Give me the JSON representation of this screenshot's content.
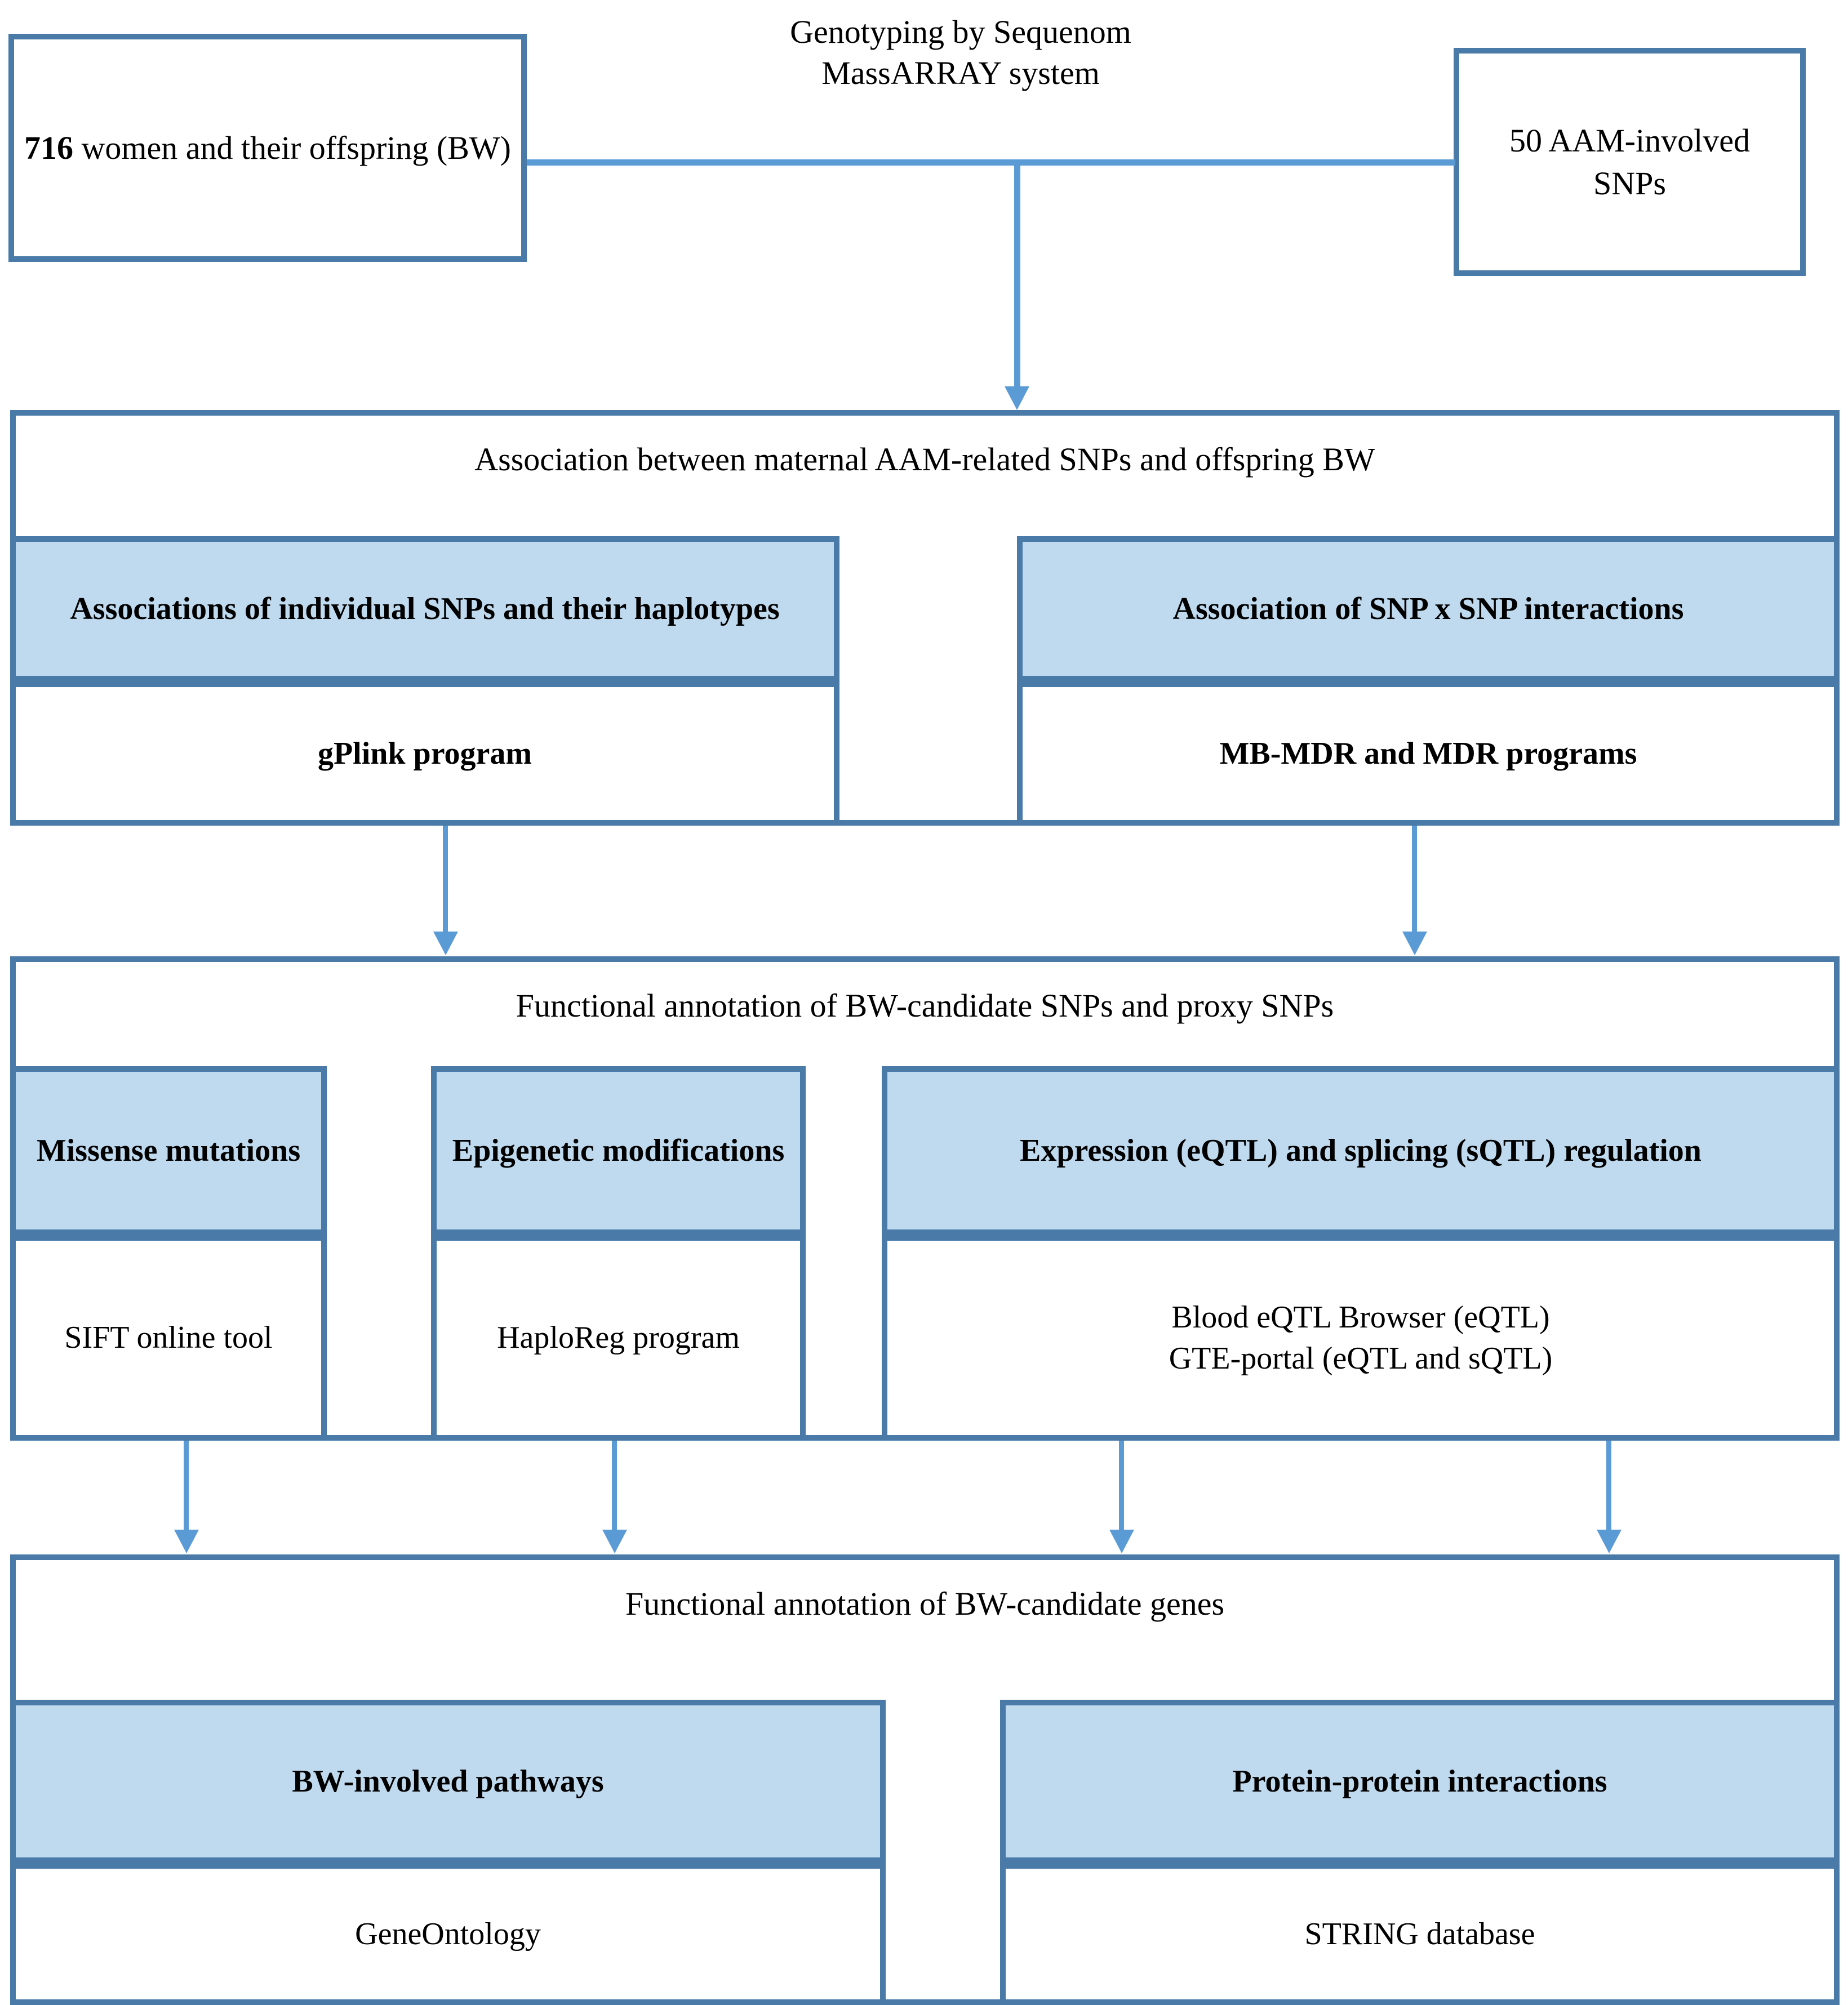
{
  "figure": {
    "type": "flowchart",
    "title": "Study workflow: maternal AAM-related SNPs and offspring birth weight"
  },
  "colors": {
    "border": "#4a7ba8",
    "fill_light_blue": "#bfd9ee",
    "connector": "#5b9bd5",
    "background": "#ffffff",
    "text": "#000000"
  },
  "top": {
    "sample_box": {
      "lead": "716",
      "rest": " women and their offspring (BW)"
    },
    "genotyping_label": "Genotyping by Sequenom\nMassARRAY system",
    "snps_box": "50 AAM-involved SNPs"
  },
  "stage1": {
    "header": "Association between maternal AAM-related SNPs and offspring BW",
    "branches": [
      {
        "title": "Associations of individual  SNPs and their haplotypes",
        "program": "gPlink  program"
      },
      {
        "title": "Association  of SNP x SNP interactions",
        "program": "MB-MDR  and MDR  programs"
      }
    ]
  },
  "stage2": {
    "header": "Functional annotation of BW-candidate SNPs and proxy SNPs",
    "branches": [
      {
        "title": "Missense mutations",
        "program": "SIFT online tool"
      },
      {
        "title": "Epigenetic modifications",
        "program": "HaploReg program"
      },
      {
        "title": "Expression  (eQTL) and splicing  (sQTL) regulation",
        "program": "Blood eQTL  Browser (eQTL)\nGTE-portal (eQTL  and sQTL)"
      }
    ]
  },
  "stage3": {
    "header": "Functional annotation of BW-candidate genes",
    "branches": [
      {
        "title": "BW-involved  pathways",
        "program": "GeneOntology"
      },
      {
        "title": "Protein-protein  interactions",
        "program": "STRING  database"
      }
    ]
  },
  "connectors": {
    "sample_to_snps": "horizontal-link",
    "to_stage1": "down-arrow",
    "stage1_to_stage2": [
      "down-arrow-left",
      "down-arrow-right"
    ],
    "stage2_to_stage3": [
      "down-arrow-1",
      "down-arrow-2",
      "down-arrow-3",
      "down-arrow-4"
    ]
  }
}
